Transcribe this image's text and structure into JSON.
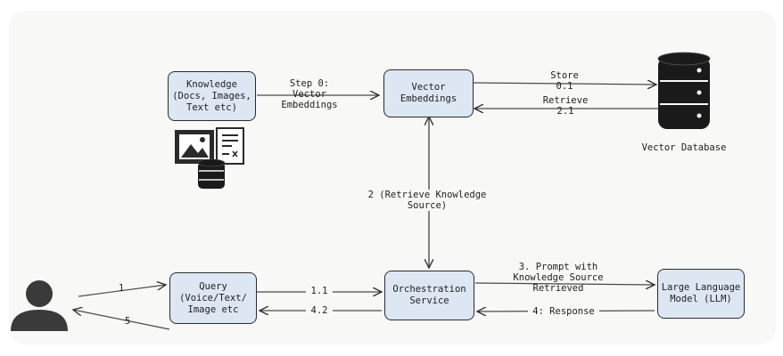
{
  "nodes": {
    "knowledge": "Knowledge\n(Docs, Images,\nText etc)",
    "vector_embeddings": "Vector\nEmbeddings",
    "vector_database": "Vector Database",
    "query": "Query\n(Voice/Text/\nImage etc",
    "orchestration": "Orchestration\nService",
    "llm": "Large Language\nModel (LLM)"
  },
  "edges": {
    "step0": "Step 0:\nVector\nEmbeddings",
    "store": "Store\n0.1",
    "retrieve": "Retrieve\n2.1",
    "retrieve_knowledge": "2 (Retrieve Knowledge\nSource)",
    "user_to_query": "1",
    "query_to_user": "5",
    "query_to_orch": "1.1",
    "orch_to_query": "4.2",
    "prompt": "3. Prompt with\nKnowledge Source\nRetrieved",
    "response": "4: Response"
  },
  "icons": {
    "user": "person-icon",
    "database": "database-icon",
    "knowledge_assets": "image-document-database-icon"
  }
}
